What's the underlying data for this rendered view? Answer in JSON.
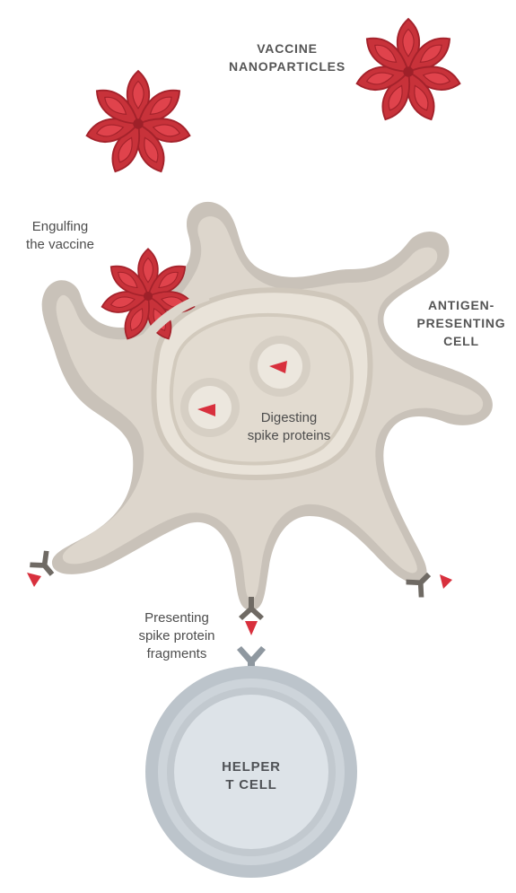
{
  "labels": {
    "vaccine_nanoparticles": [
      "VACCINE",
      "NANOPARTICLES"
    ],
    "engulfing": [
      "Engulfing",
      "the vaccine"
    ],
    "antigen_presenting_cell": [
      "ANTIGEN-",
      "PRESENTING",
      "CELL"
    ],
    "digesting": [
      "Digesting",
      "spike proteins"
    ],
    "presenting": [
      "Presenting",
      "spike protein",
      "fragments"
    ],
    "helper_t_cell": [
      "HELPER",
      "T CELL"
    ]
  },
  "colors": {
    "nanoparticle_red": "#c8323a",
    "nanoparticle_dark": "#9e2029",
    "cell_outer": "#c9c2b9",
    "cell_body": "#ddd6cc",
    "cell_inner": "#e8e2d8",
    "receptor": "#6f6a64",
    "fragment": "#d8303d",
    "tcell_ring": "#a9b1b8",
    "tcell_fill": "#dde3e8"
  }
}
